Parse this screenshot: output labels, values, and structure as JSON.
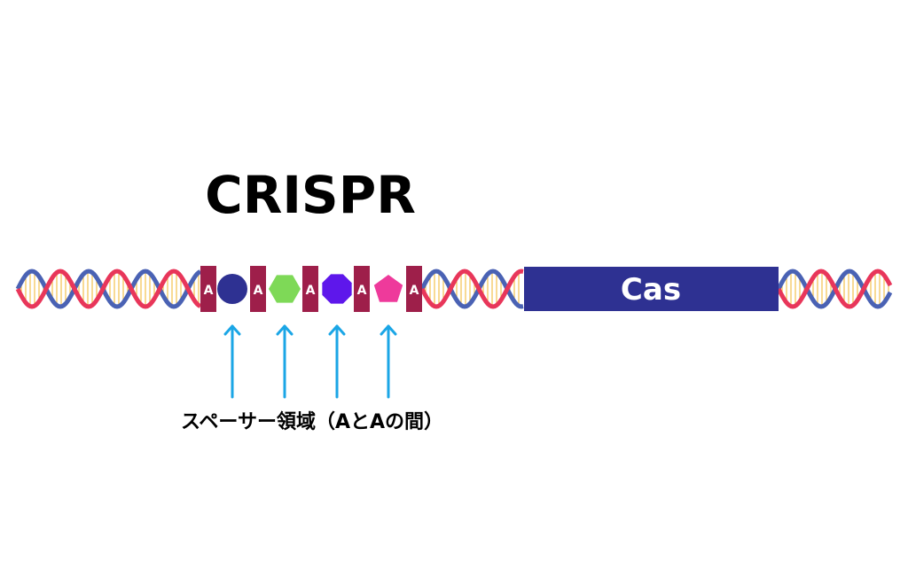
{
  "title": "CRISPR",
  "repeat_label": "A",
  "cas_label": "Cas",
  "spacer_caption": "スペーサー領域（AとAの間）",
  "spacers": [
    {
      "shape": "circle",
      "color": "#2e3192"
    },
    {
      "shape": "hexagon",
      "color": "#7ed957"
    },
    {
      "shape": "octagon",
      "color": "#5e17eb"
    },
    {
      "shape": "pentagon",
      "color": "#ee3a9b"
    }
  ],
  "colors": {
    "repeat": "#9e1f4a",
    "cas": "#2e3192",
    "arrow": "#1ba6e6",
    "strand_red": "#e8365a",
    "strand_blue": "#4a62b4",
    "rungs": "#f2c14e",
    "title": "#000000"
  }
}
